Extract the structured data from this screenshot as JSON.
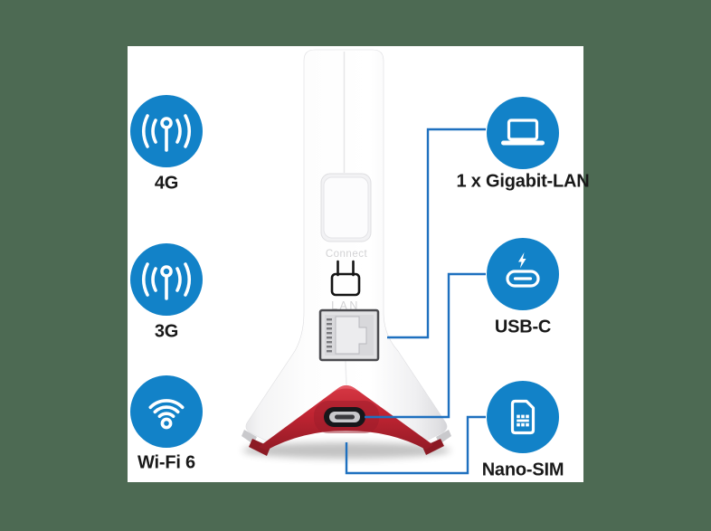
{
  "colors": {
    "background": "#4d6a53",
    "canvas": "#ffffff",
    "badge_blue": "#1282c8",
    "line_blue": "#1e70bf",
    "label_black": "#191919",
    "device_red": "#c02432",
    "device_white": "#f7f7f8"
  },
  "device": {
    "connect_label": "Connect",
    "lan_label": "LAN"
  },
  "features_left": [
    {
      "label": "4G",
      "icon": "cellular-antenna-icon"
    },
    {
      "label": "3G",
      "icon": "cellular-antenna-icon"
    },
    {
      "label": "Wi-Fi 6",
      "icon": "wifi-icon"
    }
  ],
  "features_right": [
    {
      "label": "1 x Gigabit-LAN",
      "icon": "laptop-icon"
    },
    {
      "label": "USB-C",
      "icon": "usb-c-connector-icon"
    },
    {
      "label": "Nano-SIM",
      "icon": "sim-card-icon"
    }
  ]
}
